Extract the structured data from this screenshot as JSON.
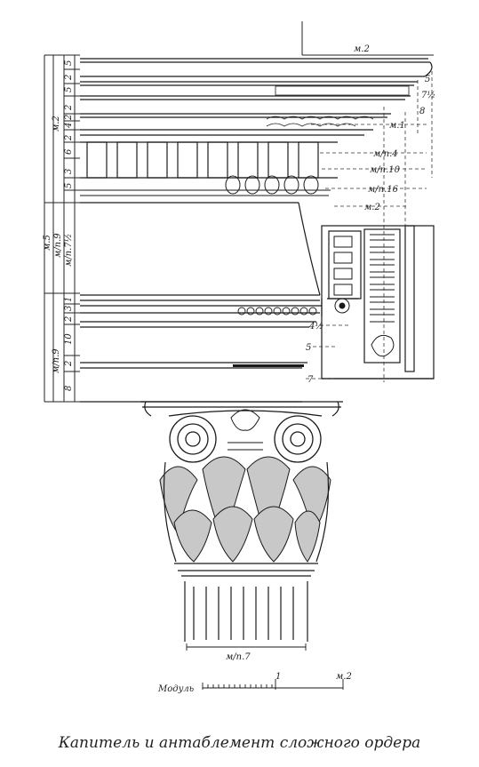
{
  "caption": "Капитель и антаблемент сложного ордера",
  "scale": {
    "label": "Модуль",
    "one": "1",
    "module_unit": "м.2"
  },
  "top_label": "м.2",
  "left_labels": {
    "entablature_rows": [
      "5",
      "2",
      "5",
      "2",
      "2",
      "4",
      "2",
      "6",
      "3",
      "5"
    ],
    "frieze": [
      "м.5",
      "м/п.9",
      "м/п.7½"
    ],
    "architrave_rows": [
      "1",
      "3",
      "2",
      "10",
      "2",
      "8"
    ],
    "architrave_side": "м/п.9",
    "cornice_side": "м.2"
  },
  "right_labels": [
    "5",
    "7½",
    "8",
    "м.1",
    "м/п.4",
    "м/п.10",
    "м/п.16",
    "м.2",
    "4½",
    "5",
    "7"
  ],
  "shaft_label": "м/п.7"
}
